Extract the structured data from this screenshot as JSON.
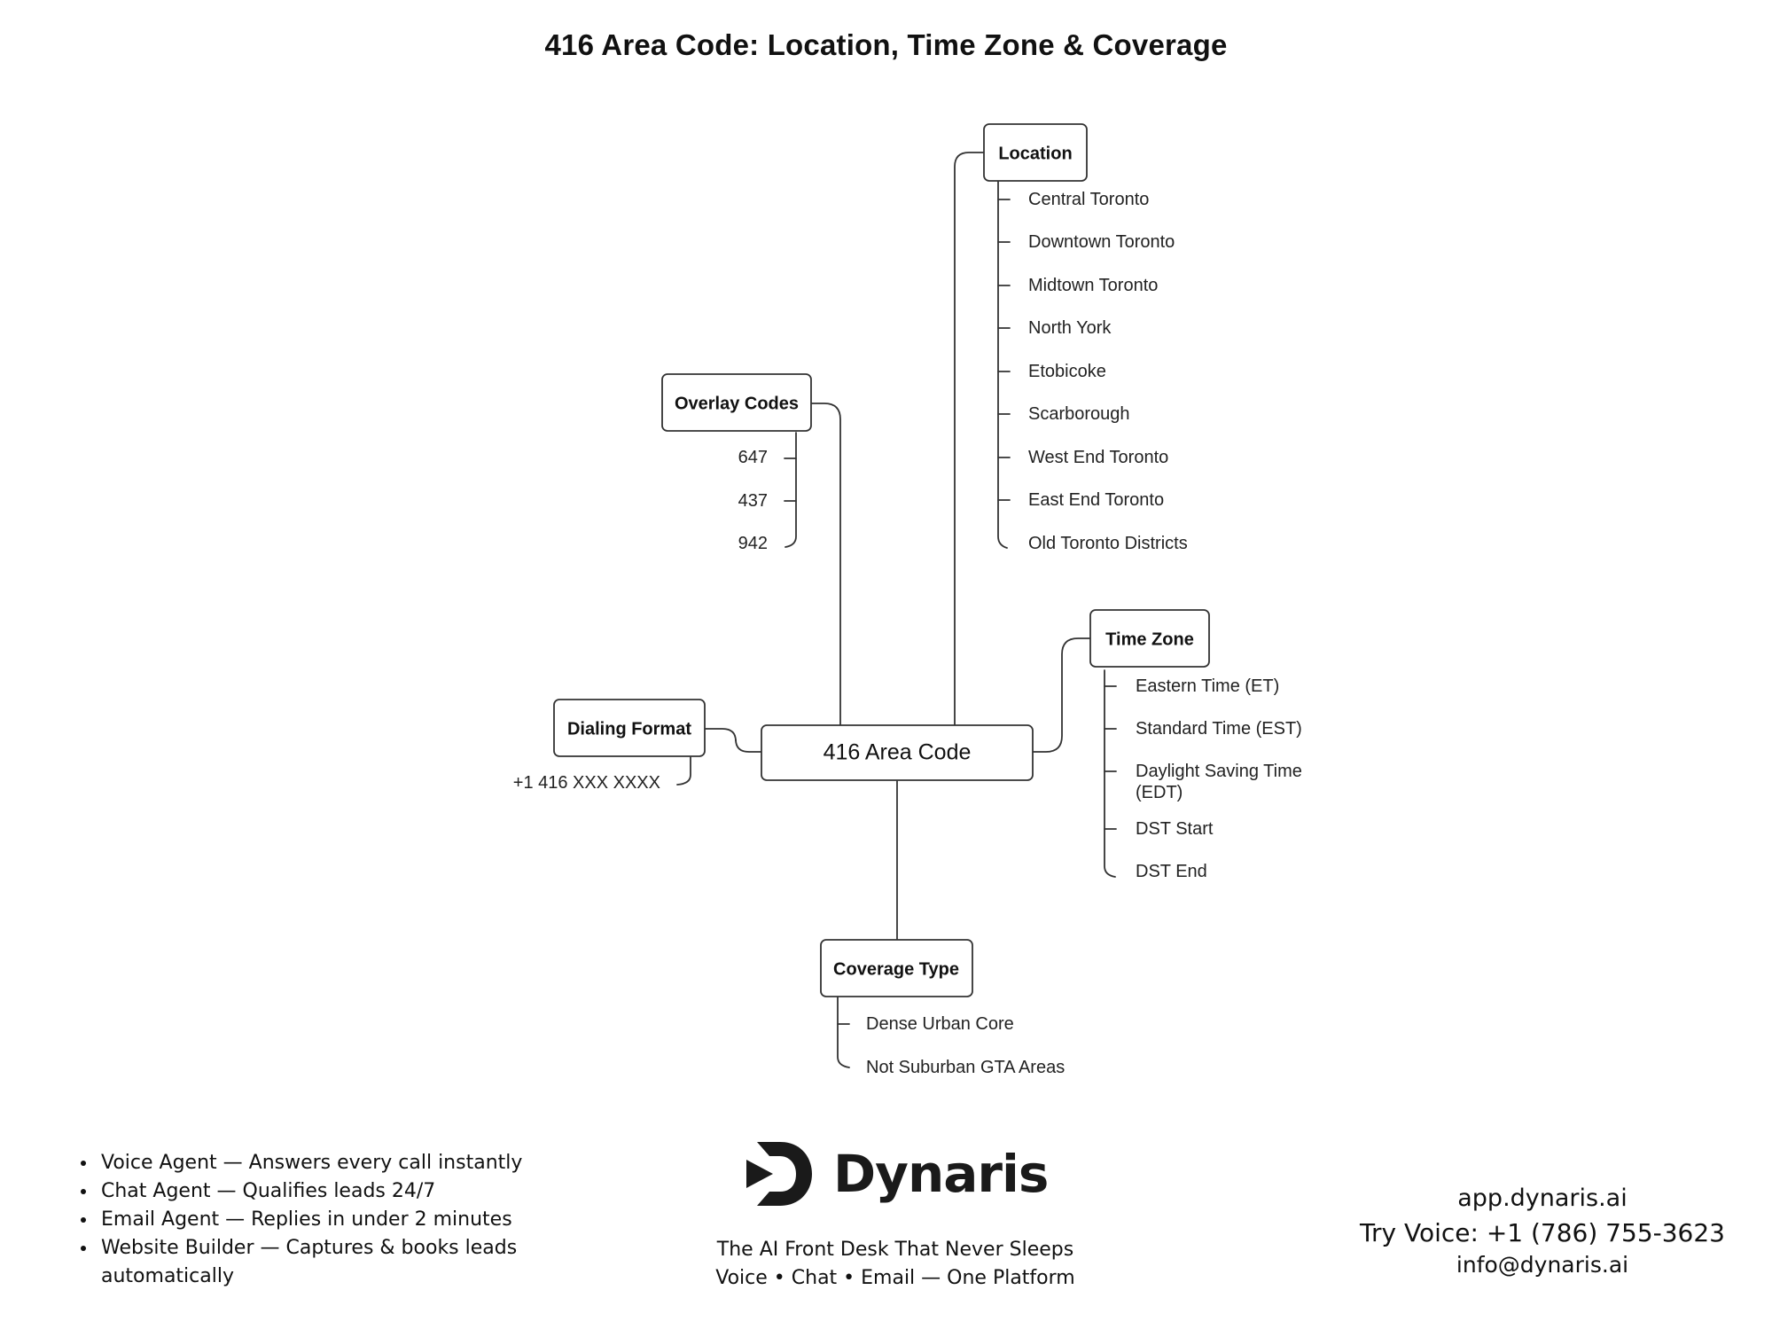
{
  "title": "416 Area Code: Location, Time Zone & Coverage",
  "diagram": {
    "center": "416 Area Code",
    "location": {
      "header": "Location",
      "items": [
        "Central Toronto",
        "Downtown Toronto",
        "Midtown Toronto",
        "North York",
        "Etobicoke",
        "Scarborough",
        "West End Toronto",
        "East End Toronto",
        "Old Toronto Districts"
      ]
    },
    "overlay": {
      "header": "Overlay Codes",
      "items": [
        "647",
        "437",
        "942"
      ]
    },
    "time_zone": {
      "header": "Time Zone",
      "items": [
        "Eastern Time (ET)",
        "Standard Time (EST)",
        "Daylight Saving Time",
        "(EDT)",
        "DST Start",
        "DST End"
      ]
    },
    "dialing": {
      "header": "Dialing Format",
      "items": [
        "+1 416 XXX XXXX"
      ]
    },
    "coverage": {
      "header": "Coverage Type",
      "items": [
        "Dense Urban Core",
        "Not Suburban GTA Areas"
      ]
    }
  },
  "footer": {
    "features": [
      "Voice Agent — Answers every call instantly",
      "Chat Agent — Qualifies leads 24/7",
      "Email Agent — Replies in under 2 minutes",
      " Website Builder — Captures & books leads automatically"
    ],
    "brand_name": "Dynaris",
    "tagline_1": "The AI Front Desk That Never Sleeps",
    "tagline_2": "Voice • Chat • Email — One Platform",
    "website": "app.dynaris.ai",
    "phone": "Try Voice: +1 (786) 755-3623",
    "email": "info@dynaris.ai"
  }
}
